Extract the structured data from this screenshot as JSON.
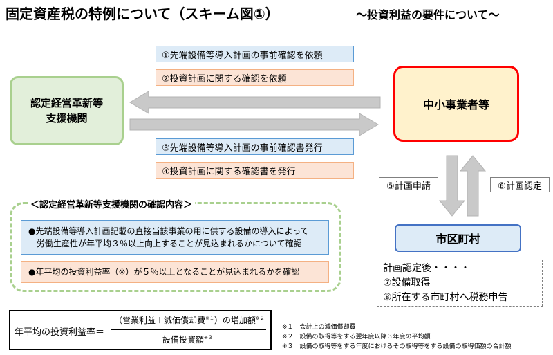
{
  "title": "固定資産税の特例について（スキーム図①）",
  "subtitle": "～投資利益の要件について～",
  "steps": {
    "s1": "①先端設備等導入計画の事前確認を依頼",
    "s2": "②投資計画に関する確認を依頼",
    "s3": "③先端設備等導入計画の事前確認書発行",
    "s4": "④投資計画に関する確認書を発行",
    "s5": "⑤計画申請",
    "s6": "⑥計画認定"
  },
  "entities": {
    "support_line1": "認定経営革新等",
    "support_line2": "支援機関",
    "sme": "中小事業者等",
    "municipality": "市区町村"
  },
  "confirmation": {
    "heading": "＜認定経営革新等支援機関の確認内容＞",
    "item1_line1": "●先端設備等導入計画記載の直接当該事業の用に供する設備の導入によって",
    "item1_line2": "労働生産性が年平均３％以上向上することが見込まれるかについて確認",
    "item2": "●年平均の投資利益率（※）が５％以上となることが見込まれるかを確認"
  },
  "after": {
    "line1": "計画認定後・・・・",
    "line2": "⑦設備取得",
    "line3": "⑧所在する市町村へ税務申告"
  },
  "formula": {
    "lhs": "年平均の投資利益率＝",
    "numerator": "（営業利益＋減価償却費",
    "sup1": "※１",
    "numerator_end": "）の増加額",
    "sup2": "※２",
    "denominator": "設備投資額",
    "sup3": "※３"
  },
  "notes": [
    "※１　会計上の減価償却費",
    "※２　設備の取得等をする翌年度以降３年度の平均額",
    "※３　設備の取得等をする年度におけるその取得等をする設備の取得価額の合計額"
  ],
  "colors": {
    "blue_fill": "#ddebf7",
    "orange_fill": "#fce4d6",
    "green_fill": "#e2efda",
    "sme_border": "#ff0000",
    "arrow_gray": "#c9c9c9"
  }
}
